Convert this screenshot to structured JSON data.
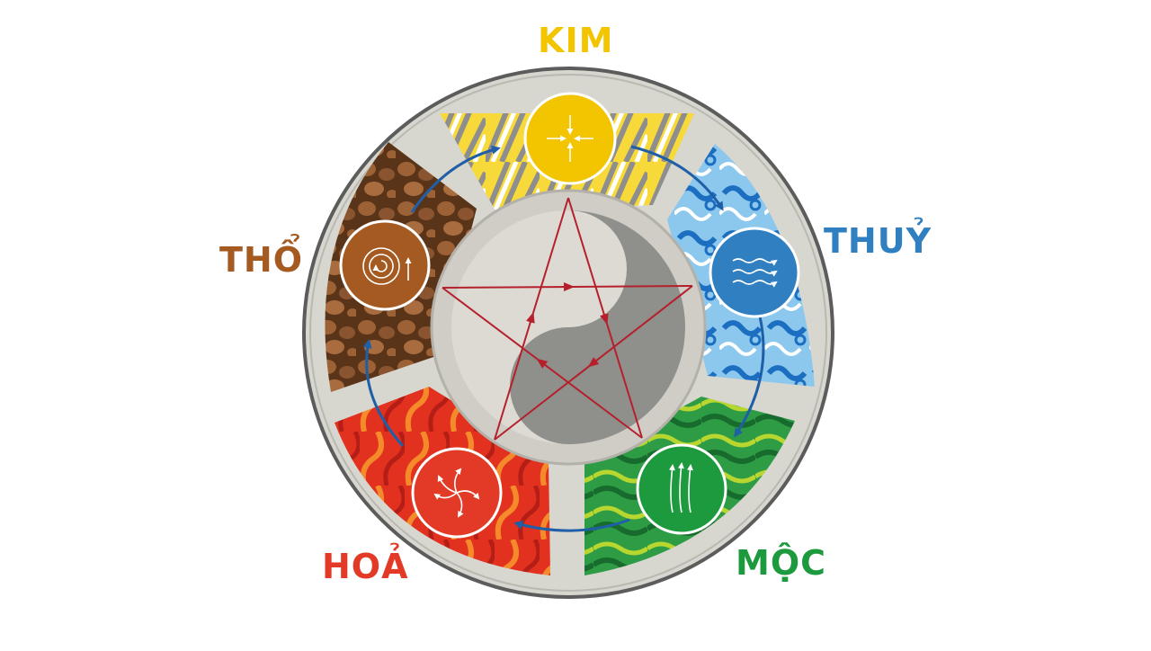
{
  "diagram": {
    "elements": [
      {
        "id": "kim",
        "label": "KIM",
        "color": "#F2C500",
        "icon": "converging-arrows-icon"
      },
      {
        "id": "thuy",
        "label": "THUỶ",
        "color": "#2F7FC1",
        "icon": "wavy-arrows-icon"
      },
      {
        "id": "moc",
        "label": "MỘC",
        "color": "#1E9A3E",
        "icon": "upward-arrows-icon"
      },
      {
        "id": "hoa",
        "label": "HOẢ",
        "color": "#E23A26",
        "icon": "radiating-arrows-icon"
      },
      {
        "id": "tho",
        "label": "THỔ",
        "color": "#A45A20",
        "icon": "spiral-icon"
      }
    ],
    "generating_cycle_color": "#1F5FA8",
    "controlling_star_color": "#B5202C",
    "center_symbol": "yin-yang-icon"
  }
}
